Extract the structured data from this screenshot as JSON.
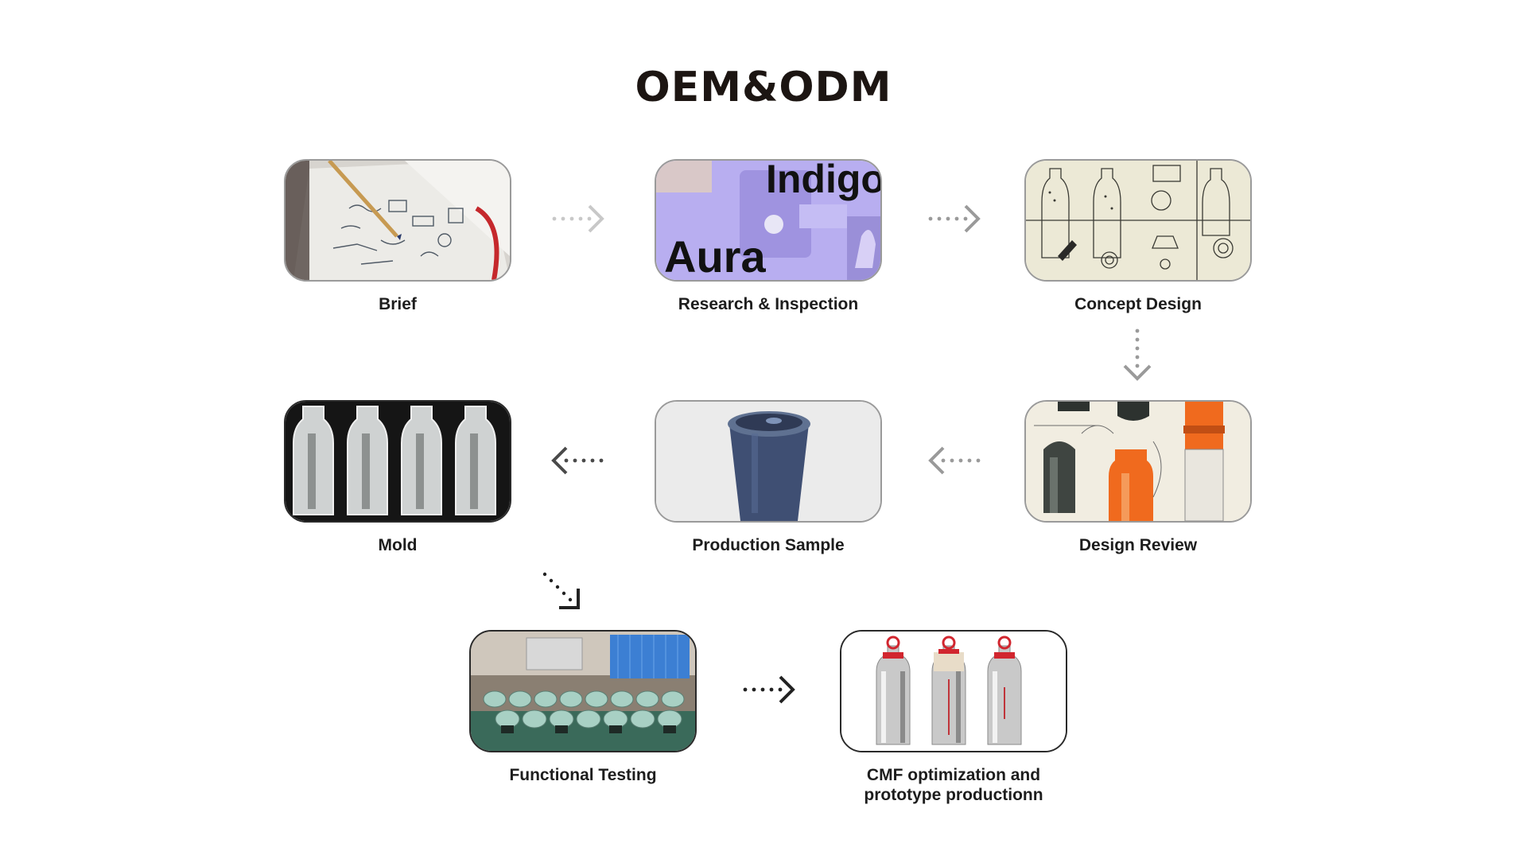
{
  "title": "OEM&ODM",
  "steps": [
    {
      "label": "Brief",
      "image": "notebook-sketch-photo"
    },
    {
      "label": "Research & Inspection",
      "image": "mood-board-photo",
      "image_text": {
        "big1": "Indigo",
        "big2": "Aura"
      }
    },
    {
      "label": "Concept Design",
      "image": "technical-drawing-photo"
    },
    {
      "label": "Design Review",
      "image": "bottle-renderings-photo"
    },
    {
      "label": "Production Sample",
      "image": "tumbler-photo"
    },
    {
      "label": "Mold",
      "image": "bottle-mold-photo"
    },
    {
      "label": "Functional Testing",
      "image": "testing-bench-photo"
    },
    {
      "label": "CMF optimization and\nprototype productionn",
      "image": "steel-bottles-photo"
    }
  ],
  "colors": {
    "title": "#1c1512",
    "arrow_light": "#c8c8c8",
    "arrow_mid": "#9a9a9a",
    "arrow_dark": "#222222",
    "research_bg": "#b8aef0",
    "bottle_orange": "#f06a1e"
  }
}
